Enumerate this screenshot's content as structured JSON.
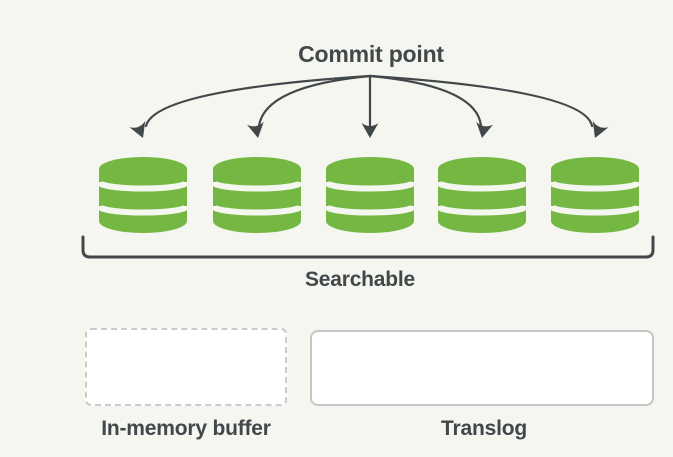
{
  "commit": {
    "label": "Commit point",
    "arrow_count": 5
  },
  "segments": {
    "label": "Searchable",
    "count": 5,
    "icon": "database-cylinder-icon"
  },
  "buffer": {
    "label": "In-memory buffer",
    "border_style": "dashed"
  },
  "translog": {
    "label": "Translog",
    "border_style": "solid"
  },
  "colors": {
    "background": "#f4f6ef",
    "segment_green": "#74b843",
    "stroke_dark": "#42474a",
    "box_border_dashed": "#cbcbcb",
    "box_border_solid": "#c5c5c5",
    "box_fill": "#ffffff"
  }
}
